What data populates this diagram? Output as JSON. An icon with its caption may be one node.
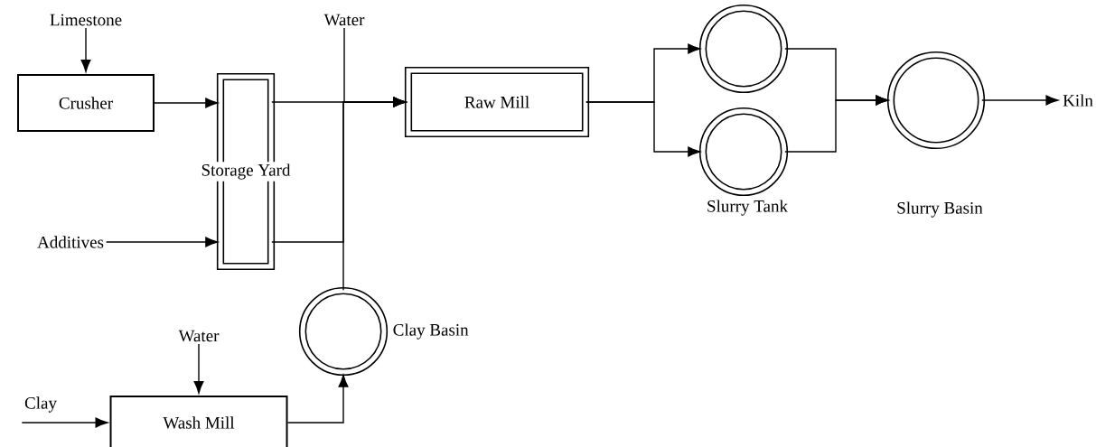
{
  "diagram": {
    "nodes": [
      {
        "text": [
          "Limestone"
        ]
      },
      {
        "text": [
          "Crusher"
        ]
      },
      {
        "text": [
          "Storage Yard"
        ]
      },
      {
        "text": [
          "Additives"
        ]
      },
      {
        "text": [
          "Water"
        ]
      },
      {
        "text": [
          "Raw Mill"
        ]
      },
      {
        "text": [],
        "shape": "circle"
      },
      {
        "text": [],
        "shape": "circle",
        "beside": [
          "Slurry Tank"
        ]
      },
      {
        "text": [
          "Slurry Basin"
        ]
      },
      {
        "text": [
          "Kiln"
        ]
      },
      {
        "text": [
          "Clay Basin"
        ]
      },
      {
        "text": [
          "Water"
        ]
      },
      {
        "text": [
          "Clay"
        ]
      },
      {
        "text": [
          "Wash Mill"
        ]
      }
    ],
    "edges": [
      {
        "from": 0,
        "to": 1,
        "arrow": "to"
      },
      {
        "from": 1,
        "to": 2,
        "arrow": "to"
      },
      {
        "from": 2,
        "to": 5,
        "arrow": "to"
      },
      {
        "from": 3,
        "to": 2,
        "arrow": "to"
      },
      {
        "from": 2,
        "to": 5,
        "arrow": "to"
      },
      {
        "from": 4,
        "to": 5,
        "arrow": "to"
      },
      {
        "from": 11,
        "to": 13,
        "arrow": "to"
      },
      {
        "from": 12,
        "to": 13,
        "arrow": "to"
      },
      {
        "from": 13,
        "to": 10,
        "arrow": "to"
      },
      {
        "from": 10,
        "to": 5,
        "arrow": "to"
      },
      {
        "from": 5,
        "to": 6,
        "arrow": "to"
      },
      {
        "from": 5,
        "to": 7,
        "arrow": "to"
      },
      {
        "from": 6,
        "to": 8,
        "arrow": "to"
      },
      {
        "from": 7,
        "to": 8,
        "arrow": "to"
      },
      {
        "from": 8,
        "to": 9,
        "arrow": "to"
      }
    ]
  }
}
